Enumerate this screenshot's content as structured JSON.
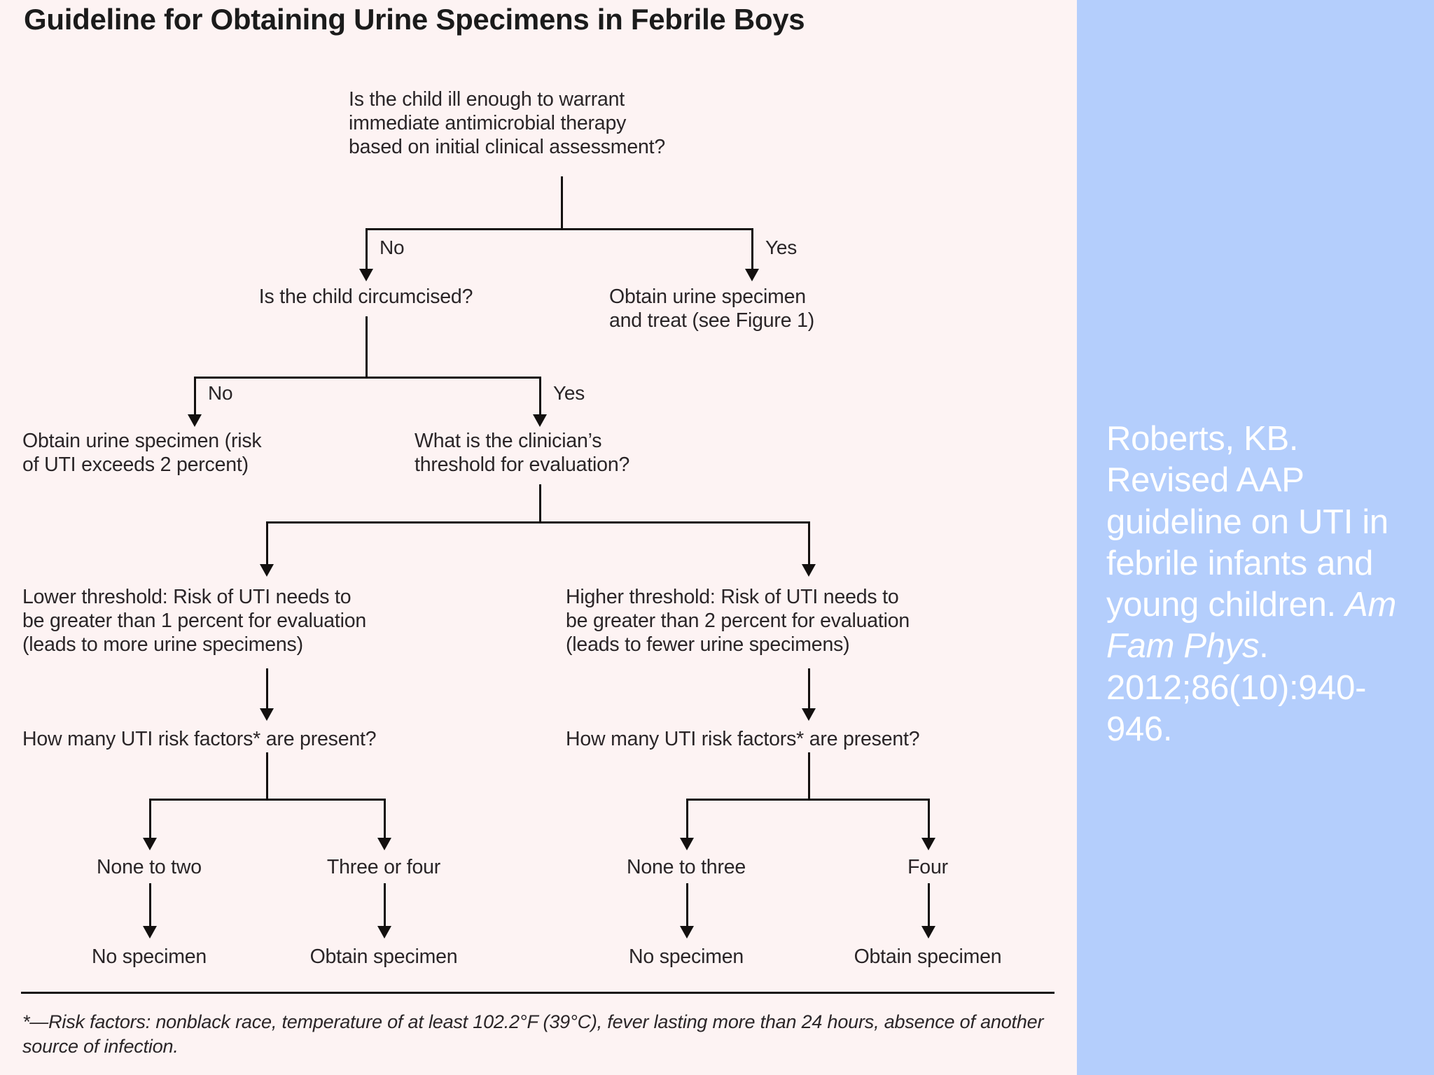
{
  "colors": {
    "figure_background": "#fdf3f3",
    "citation_background": "#b4cefc",
    "citation_text": "#ffffff",
    "line": "#13100f",
    "body_text": "#2a2527"
  },
  "figure": {
    "title": "Guideline for Obtaining Urine Specimens\nin Febrile Boys",
    "root_question": "Is the child ill enough to warrant\nimmediate antimicrobial therapy\nbased on initial clinical assessment?",
    "branch1": {
      "no_label": "No",
      "yes_label": "Yes",
      "no_node": "Is the child circumcised?",
      "yes_node": "Obtain urine specimen\nand treat (see Figure 1)"
    },
    "branch2": {
      "no_label": "No",
      "yes_label": "Yes",
      "no_node": "Obtain urine specimen (risk\nof UTI exceeds 2 percent)",
      "yes_node": "What is the clinician’s\nthreshold for evaluation?"
    },
    "thresholds": {
      "lower": "Lower threshold: Risk of UTI needs to\nbe greater than 1 percent for evaluation\n(leads to more urine specimens)",
      "higher": "Higher threshold: Risk of UTI needs to\nbe greater than 2 percent for evaluation\n(leads to fewer urine specimens)"
    },
    "risk_question_left": "How many UTI risk factors* are present?",
    "risk_question_right": "How many UTI risk factors* are present?",
    "outcomes": [
      {
        "count": "None to two",
        "result": "No specimen"
      },
      {
        "count": "Three or four",
        "result": "Obtain specimen"
      },
      {
        "count": "None to three",
        "result": "No specimen"
      },
      {
        "count": "Four",
        "result": "Obtain specimen"
      }
    ],
    "footnote": "*—Risk factors: nonblack race, temperature of at least 102.2°F (39°C), fever lasting\nmore than 24 hours, absence of another source of infection."
  },
  "citation": {
    "part1": "Roberts, KB. Revised AAP guideline on UTI in febrile infants and young children. ",
    "journal": "Am Fam Phys",
    "part2": ". 2012;86(10):940-946."
  }
}
